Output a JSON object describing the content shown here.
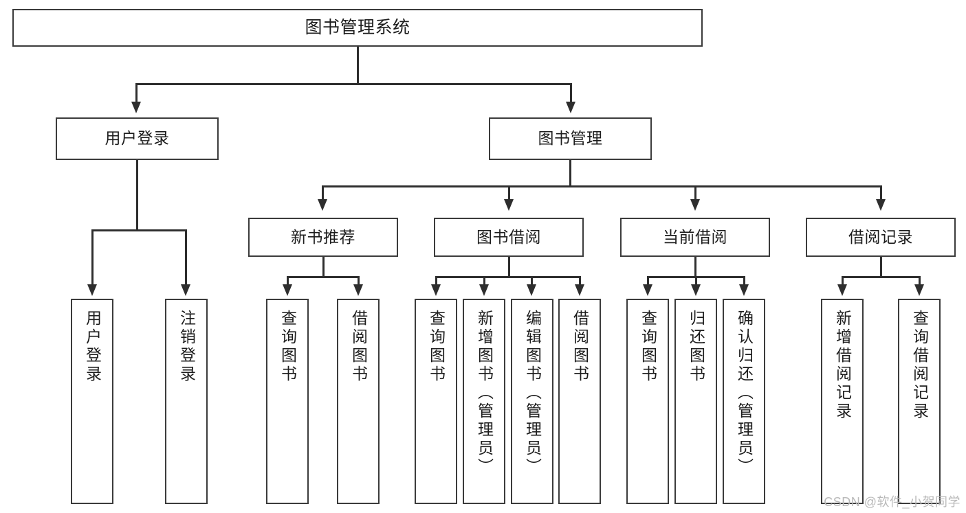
{
  "diagram": {
    "type": "tree-hierarchy",
    "title": "图书管理系统",
    "root": {
      "label": "图书管理系统"
    },
    "level2": [
      {
        "label": "用户登录"
      },
      {
        "label": "图书管理"
      }
    ],
    "level3": [
      {
        "label": "新书推荐"
      },
      {
        "label": "图书借阅"
      },
      {
        "label": "当前借阅"
      },
      {
        "label": "借阅记录"
      }
    ],
    "leaves": {
      "user_login": [
        {
          "label": "用户登录"
        },
        {
          "label": "注销登录"
        }
      ],
      "new_book_recommend": [
        {
          "label": "查询图书"
        },
        {
          "label": "借阅图书"
        }
      ],
      "book_borrow": [
        {
          "label": "查询图书"
        },
        {
          "label": "新增图书（管理员）"
        },
        {
          "label": "编辑图书（管理员）"
        },
        {
          "label": "借阅图书"
        }
      ],
      "current_borrow": [
        {
          "label": "查询图书"
        },
        {
          "label": "归还图书"
        },
        {
          "label": "确认归还（管理员）"
        }
      ],
      "borrow_record": [
        {
          "label": "新增借阅记录"
        },
        {
          "label": "查询借阅记录"
        }
      ]
    }
  },
  "watermark": {
    "text": "CSDN @软件_小贺同学"
  },
  "colors": {
    "box_border": "#3b3b3b",
    "connector": "#2e2e2e",
    "background": "#ffffff",
    "text": "#1d1d1d",
    "watermark": "#b9b9b9"
  }
}
